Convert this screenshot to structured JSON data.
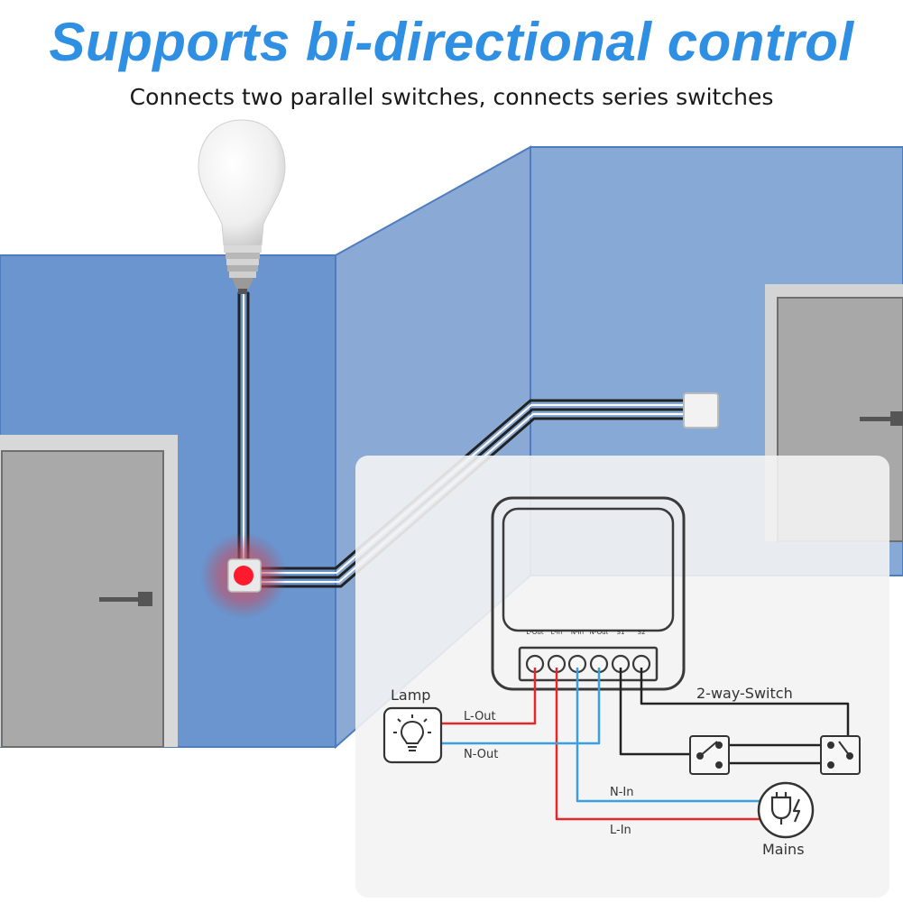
{
  "header": {
    "title": "Supports bi-directional control",
    "subtitle": "Connects two parallel switches, connects series switches"
  },
  "module": {
    "terminals": [
      "L-Out",
      "L-In",
      "N-In",
      "N-Out",
      "S1",
      "S2"
    ]
  },
  "wiring": {
    "lamp_label": "Lamp",
    "mains_label": "Mains",
    "switch_label": "2-way-Switch",
    "wire_l_out": "L-Out",
    "wire_n_out": "N-Out",
    "wire_n_in": "N-In",
    "wire_l_in": "L-In"
  },
  "colors": {
    "title_blue": "#2f8fe3",
    "wall_left": "#6a95cf",
    "wall_right": "#86a9d6",
    "live_wire": "#e1282c",
    "neutral_wire": "#3aa0e0",
    "switch_wire": "#222222",
    "module_indicator": "#ff1a2e"
  },
  "icons": [
    "light-bulb-icon",
    "lamp-icon",
    "mains-plug-icon",
    "door-icon",
    "switch-icon"
  ]
}
